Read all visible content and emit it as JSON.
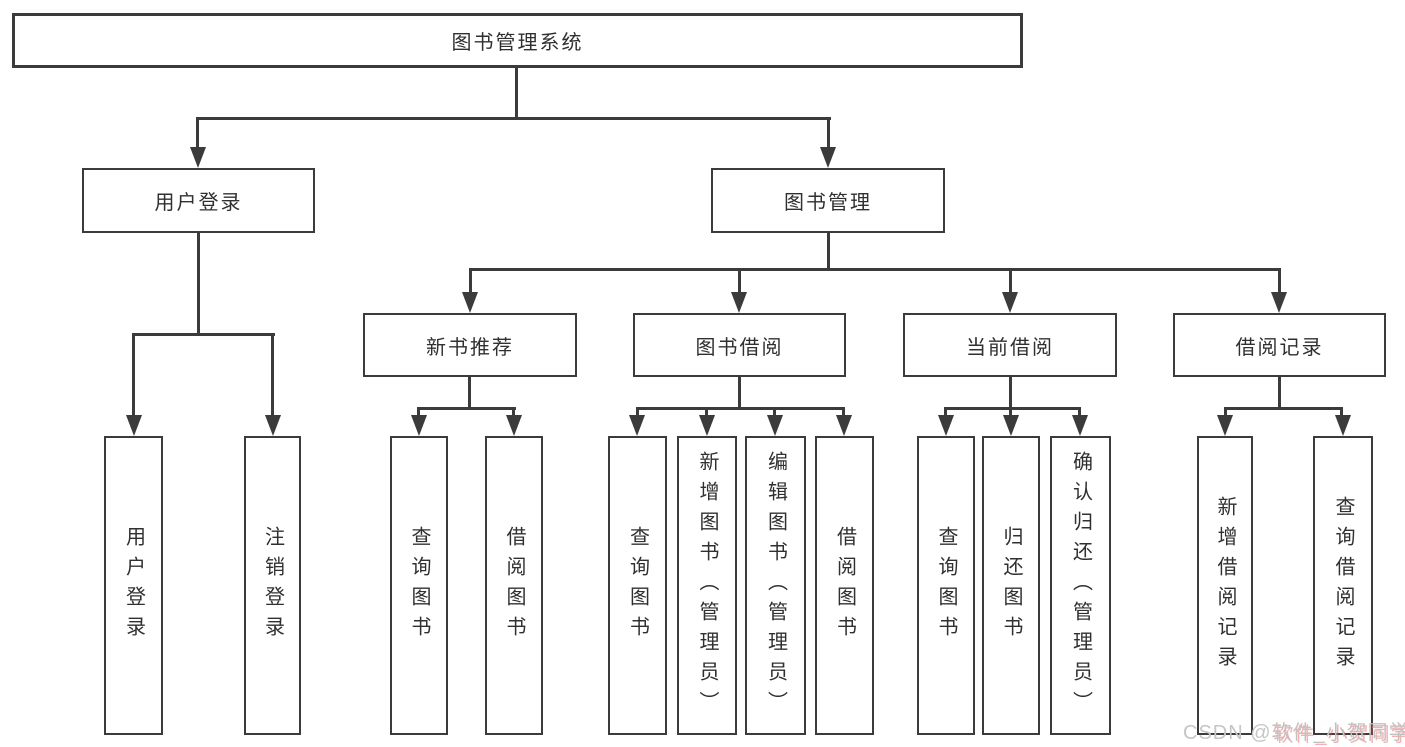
{
  "colors": {
    "line": "#3b3b3b",
    "box_border": "#3b3b3b",
    "text": "#303030",
    "background": "#ffffff",
    "watermark": "#c5c5c5",
    "watermark_accent": "#e95050"
  },
  "tree": {
    "root": {
      "label": "图书管理系统"
    },
    "branches": [
      {
        "label": "用户登录",
        "children": [
          {
            "label": "用户登录"
          },
          {
            "label": "注销登录"
          }
        ]
      },
      {
        "label": "图书管理",
        "children": [
          {
            "label": "新书推荐",
            "children": [
              {
                "label": "查询图书"
              },
              {
                "label": "借阅图书"
              }
            ]
          },
          {
            "label": "图书借阅",
            "children": [
              {
                "label": "查询图书"
              },
              {
                "label": "新增图书（管理员）"
              },
              {
                "label": "编辑图书（管理员）"
              },
              {
                "label": "借阅图书"
              }
            ]
          },
          {
            "label": "当前借阅",
            "children": [
              {
                "label": "查询图书"
              },
              {
                "label": "归还图书"
              },
              {
                "label": "确认归还（管理员）"
              }
            ]
          },
          {
            "label": "借阅记录",
            "children": [
              {
                "label": "新增借阅记录"
              },
              {
                "label": "查询借阅记录"
              }
            ]
          }
        ]
      }
    ]
  },
  "watermark": {
    "prefix": "CSDN @",
    "username": "软件_小贺同学"
  }
}
